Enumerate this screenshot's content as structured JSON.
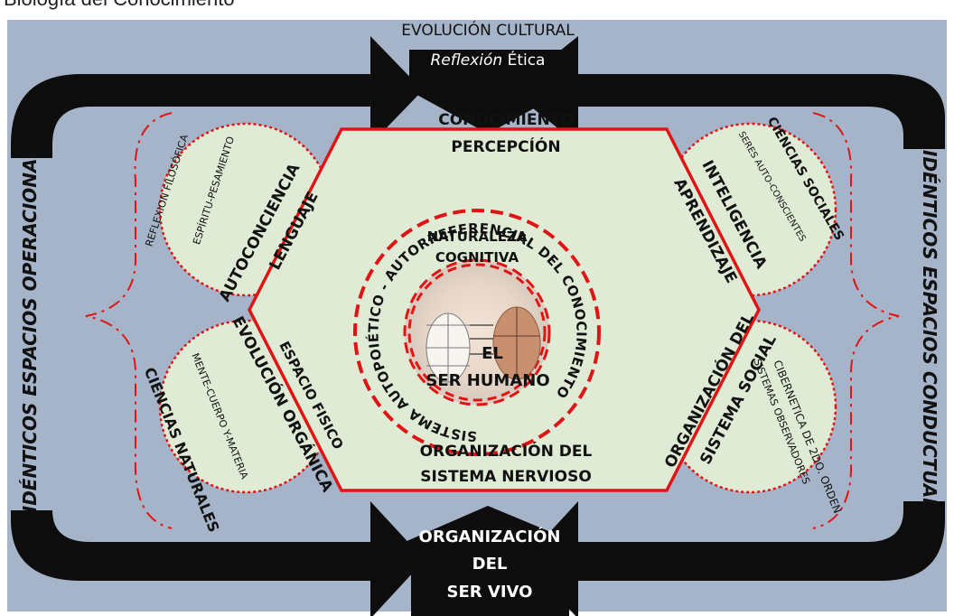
{
  "page_title": "Biología del Conocimiento",
  "top_block": {
    "line1": "EVOLUCIÓN CULTURAL",
    "line2_italic": "Reflexión",
    "line2_rest": " Ética"
  },
  "bottom_block": {
    "line1": "ORGANIZACIÓN",
    "line2": "DEL",
    "line3": "SER VIVO"
  },
  "hexagon": {
    "top_line1": "CONOCIMIENTO",
    "top_line2": "PERCEPCÍÓN",
    "bottom_line1": "ORGANIZACIÓN DEL",
    "bottom_line2": "SISTEMA NERVIOSO",
    "upper_left_1": "AUTOCONCIENCIA",
    "upper_left_2": "LENGUAJE",
    "lower_left_1": "ESPACIO FISICO",
    "lower_left_2": "EVOLUCIÓN ORGÁNICA",
    "upper_right_1": "INTELIGENCIA",
    "upper_right_2": "APRENDIZAJE",
    "lower_right_1": "ORGANIZACIÓN DEL",
    "lower_right_2": "SISTEMA SOCIAL"
  },
  "center": {
    "ring_text": "SISTEMA AUTOPOIÉTICO - AUTORREFERENCIAL DEL CONOCIMIENTO",
    "naturaleza": "NATURALEZA",
    "cognitiva": "COGNITIVA",
    "el": "EL",
    "ser_humano": "SER HUMANO"
  },
  "petals": {
    "top_left_outer": "REFLEXION FILOSÓFICA",
    "top_left_inner": "ESPÍRITU-PESAMIENTO",
    "bottom_left_outer": "CIENCIAS NATURALES",
    "bottom_left_inner": "MENTE-CUERPO Y-MATERIA",
    "top_right_outer": "CIENCIAS SOCIALES",
    "top_right_inner": "SERES AUTO-CONSCIENTES",
    "bottom_right_outer": "CIBERNETICA DE 2DO. ORDEN",
    "bottom_right_inner": "SISTEMAS OBSERVADORES"
  },
  "sides": {
    "left": "IDÉNTICOS ESPACIOS OPERACIONAL",
    "right": "IDÉNTICOS ESPACIOS CONDUCTUAL"
  },
  "colors": {
    "background": "#a5b4c8",
    "hexagon_fill": "#e0ebd5",
    "accent_red": "#e01414",
    "arrow": "#0d0d0d"
  }
}
